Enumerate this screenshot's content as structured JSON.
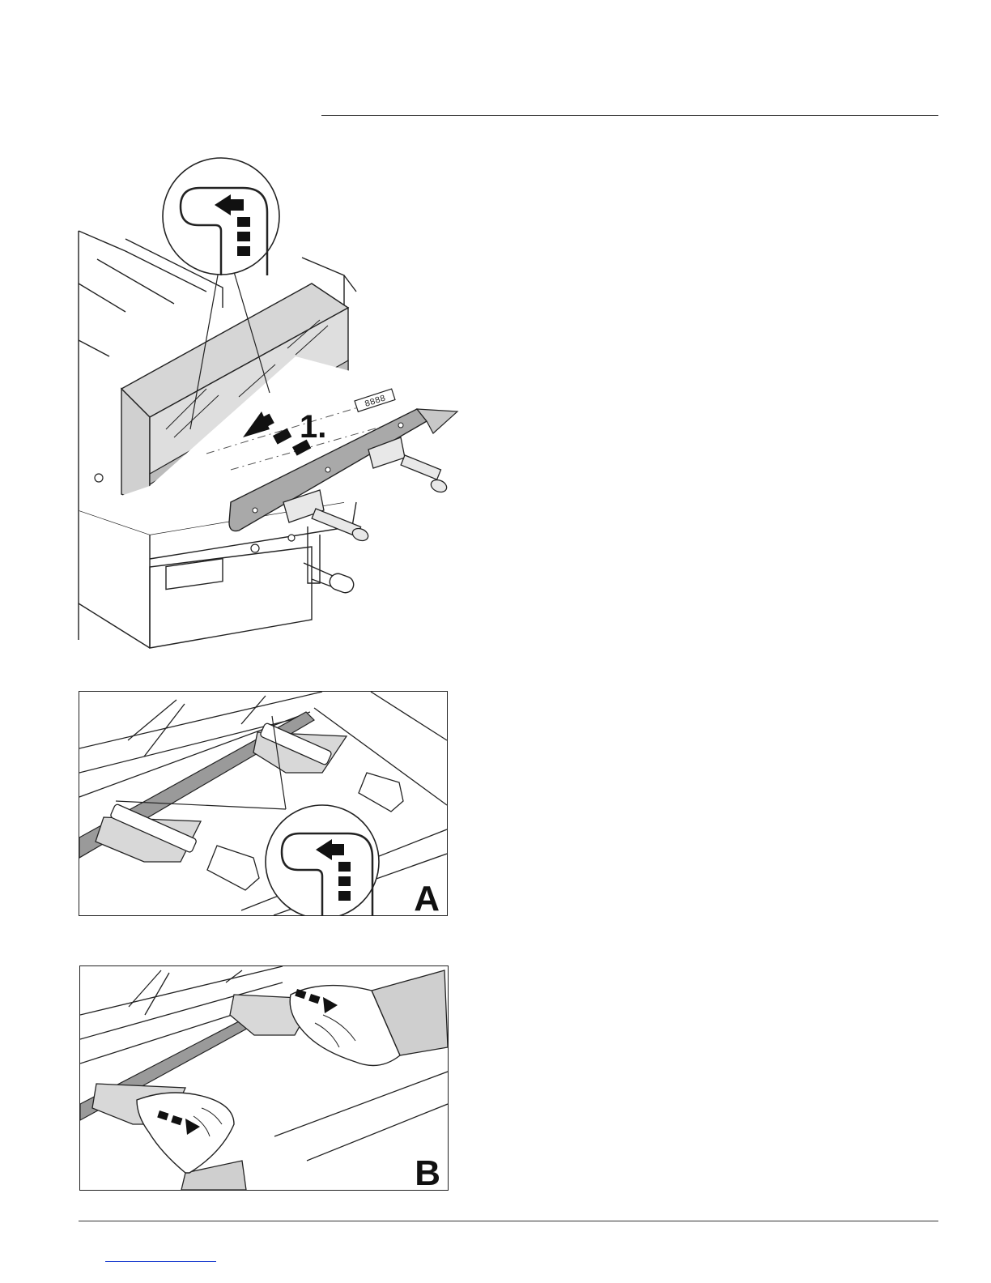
{
  "figure_main": {
    "step_label": "1.",
    "display_readout": "8888"
  },
  "figure_a": {
    "panel_label": "A"
  },
  "figure_b": {
    "panel_label": "B"
  },
  "colors": {
    "line": "#222222",
    "gray_fill": "#c9c9c9",
    "light_fill": "#e3e3e3",
    "link": "#1a3ccf"
  }
}
